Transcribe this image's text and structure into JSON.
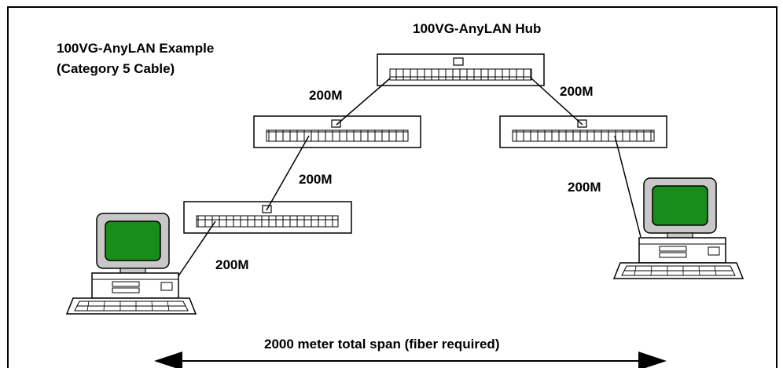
{
  "diagram": {
    "title_line1": "100VG-AnyLAN Example",
    "title_line2": "(Category 5 Cable)",
    "root_hub_label": "100VG-AnyLAN Hub",
    "span_label": "2000 meter total span (fiber required)",
    "link_labels": {
      "root_to_left": "200M",
      "root_to_right": "200M",
      "left_to_lower": "200M",
      "lower_to_pc_left": "200M",
      "right_to_pc_right": "200M"
    }
  },
  "colors": {
    "line": "#000000",
    "monitor_body": "#c8c8c8",
    "screen": "#1a8c1a"
  }
}
